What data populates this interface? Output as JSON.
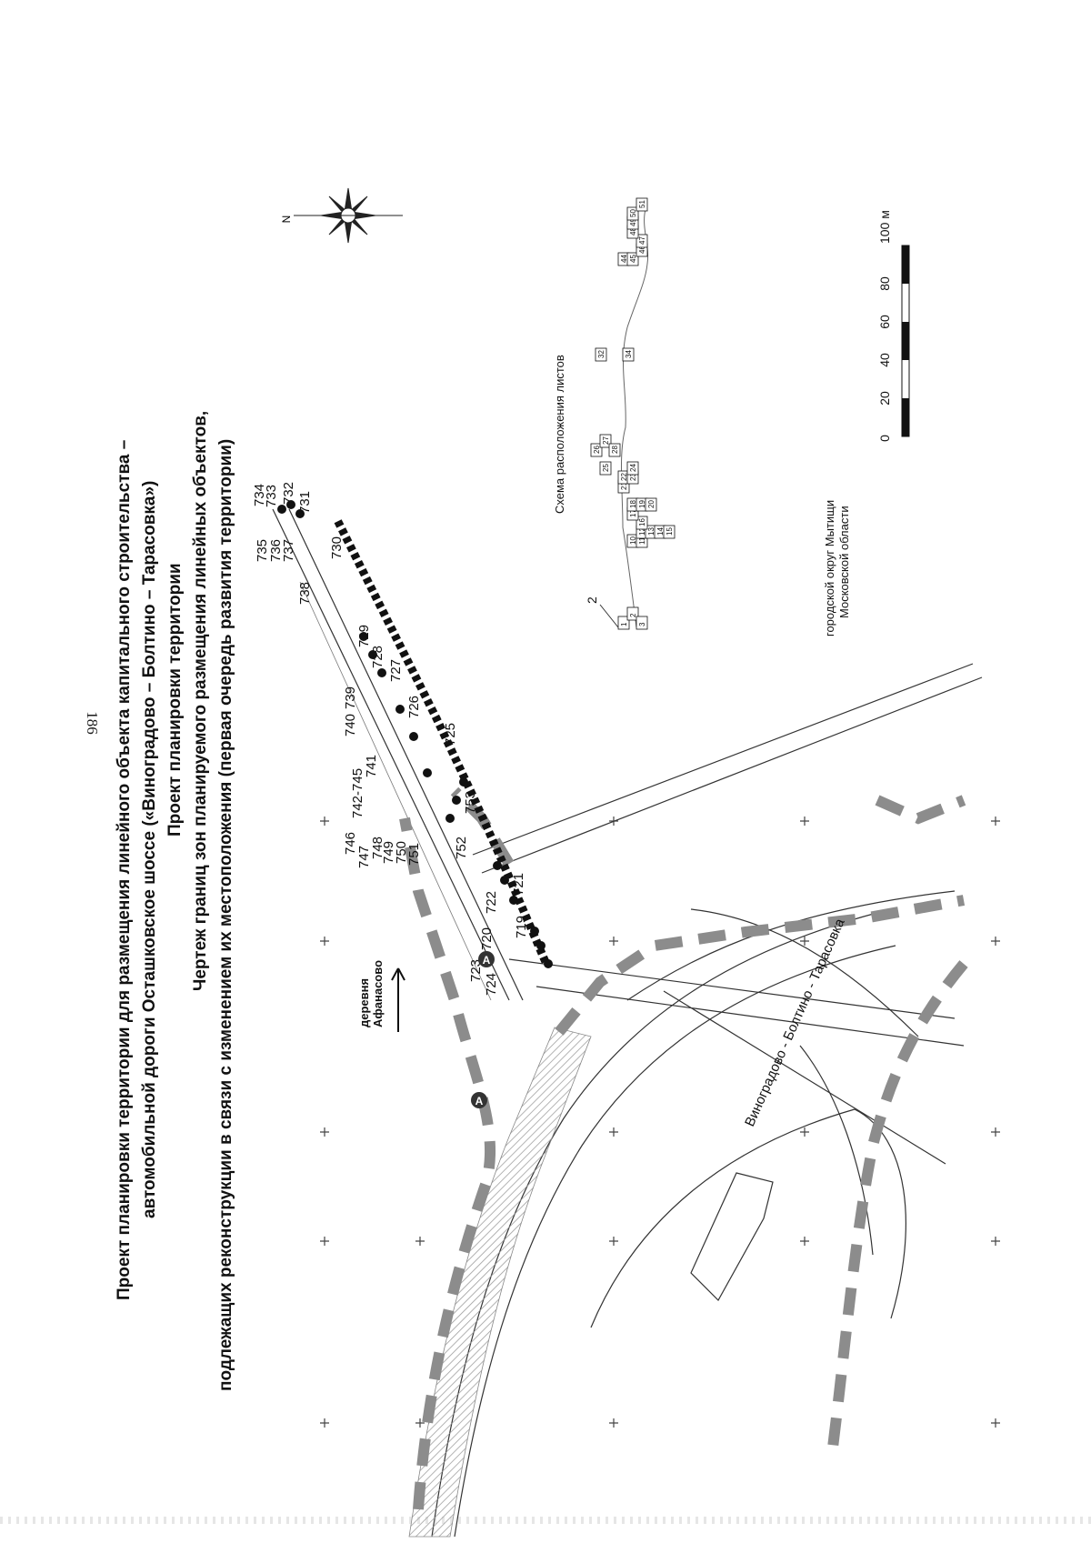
{
  "page": {
    "number": "186",
    "title_lines": [
      "Проект планировки территории для размещения линейного объекта капитального строительства –",
      "автомобильной дороги Осташковское шоссе («Виноградово – Болтино – Тарасовка»)",
      "Проект планировки территории",
      "Чертеж границ зон планируемого размещения линейных объектов,",
      "подлежащих реконструкции в связи с изменением их местоположения (первая очередь развития территории)"
    ]
  },
  "map": {
    "north_label": "N",
    "village_label_1": "деревня",
    "village_label_2": "Афанасово",
    "road_label": "Виноградово - Болтино - Тарасовка",
    "marker_letter": "А",
    "district_line_1": "городской округ Мытищи",
    "district_line_2": "Московской области",
    "point_labels": [
      "719",
      "720",
      "721",
      "722",
      "723",
      "724",
      "725",
      "726",
      "727",
      "728",
      "729",
      "730",
      "731",
      "732",
      "733",
      "734",
      "735",
      "736",
      "737",
      "738",
      "739",
      "740",
      "741",
      "742-745",
      "746",
      "747",
      "748",
      "749",
      "750",
      "751",
      "752",
      "753"
    ]
  },
  "inset": {
    "title": "Схема расположения листов",
    "callout": "2",
    "sheets": [
      "1",
      "2",
      "3",
      "10",
      "11",
      "12",
      "13",
      "14",
      "15",
      "16",
      "17",
      "18",
      "19",
      "20",
      "21",
      "22",
      "23",
      "24",
      "25",
      "26",
      "27",
      "28",
      "32",
      "34",
      "44",
      "45",
      "46",
      "47",
      "48",
      "49",
      "50",
      "51"
    ]
  },
  "scale_bar": {
    "ticks": [
      "0",
      "20",
      "40",
      "60",
      "80"
    ],
    "last_tick": "100 м"
  },
  "colors": {
    "ink": "#1a1a1a",
    "boundary_dash": "#8c8c8c",
    "hatch": "#b9b9b9",
    "grid": "#555555"
  }
}
